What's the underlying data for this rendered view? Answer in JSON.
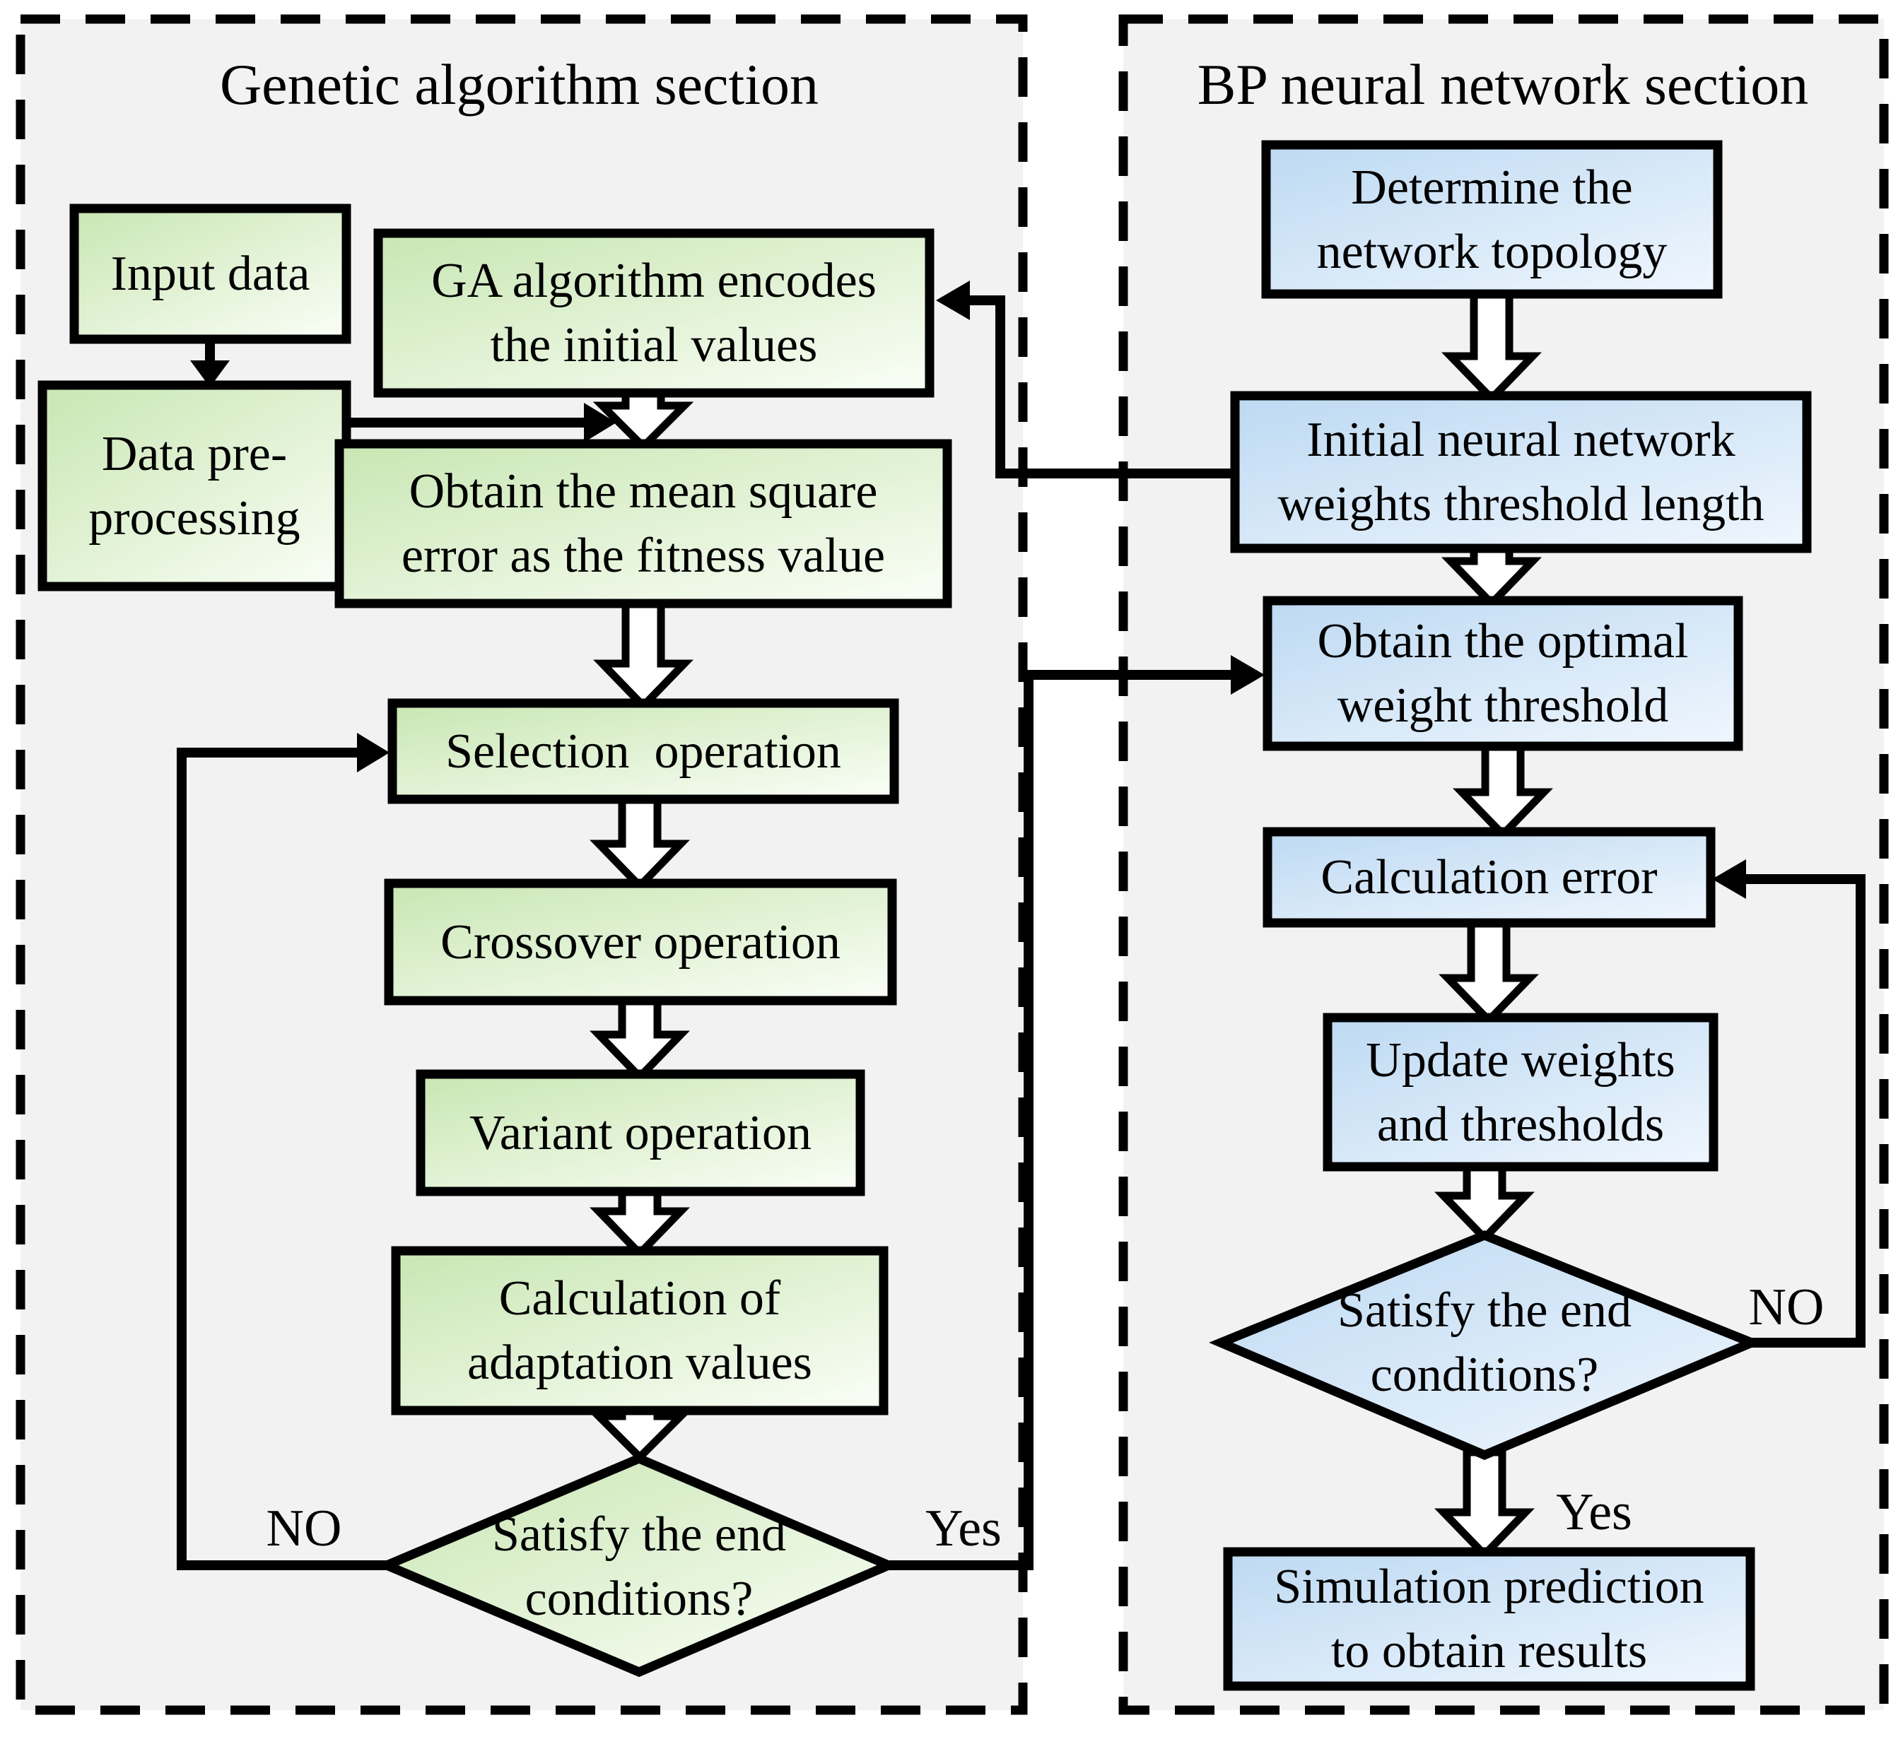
{
  "diagram": {
    "type": "flowchart",
    "ga_section": {
      "title": "Genetic algorithm section",
      "nodes": {
        "input_data": {
          "line1": "Input data"
        },
        "preprocess": {
          "line1": "Data pre-",
          "line2": "processing"
        },
        "encode": {
          "line1": "GA algorithm encodes",
          "line2": "the initial values"
        },
        "mse": {
          "line1": "Obtain the mean square",
          "line2": "error as the fitness value"
        },
        "selection": {
          "line1": "Selection  operation"
        },
        "crossover": {
          "line1": "Crossover operation"
        },
        "variant": {
          "line1": "Variant operation"
        },
        "adaptation": {
          "line1": "Calculation of",
          "line2": "adaptation values"
        },
        "end_decision": {
          "line1": "Satisfy the end",
          "line2": "conditions?"
        }
      },
      "edge_labels": {
        "no": "NO",
        "yes": "Yes"
      }
    },
    "bp_section": {
      "title": "BP neural network section",
      "nodes": {
        "topology": {
          "line1": "Determine the",
          "line2": "network topology"
        },
        "initial": {
          "line1": "Initial neural network",
          "line2": "weights threshold length"
        },
        "optimal": {
          "line1": "Obtain the optimal",
          "line2": "weight threshold"
        },
        "calc_error": {
          "line1": "Calculation error"
        },
        "update": {
          "line1": "Update weights",
          "line2": "and thresholds"
        },
        "end_decision": {
          "line1": "Satisfy the end",
          "line2": "conditions?"
        },
        "simulation": {
          "line1": "Simulation prediction",
          "line2": "to obtain results"
        }
      },
      "edge_labels": {
        "no": "NO",
        "yes": "Yes"
      }
    },
    "colors": {
      "panel_fill": "#f2f2f2",
      "panel_border": "#000000",
      "green_box_top": "#c8e6b2",
      "green_box_bottom": "#f8fdf4",
      "blue_box_top": "#bdd9f2",
      "blue_box_bottom": "#edf5fd",
      "stroke": "#000000",
      "text": "#000000"
    }
  }
}
